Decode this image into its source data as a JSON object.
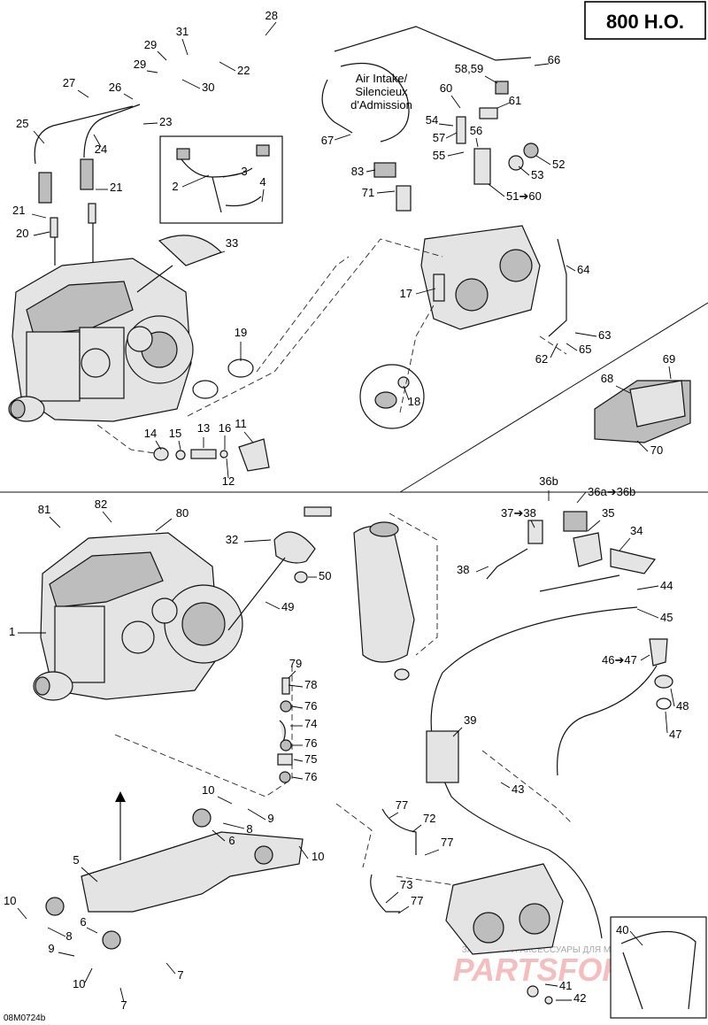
{
  "title": "800 H.O.",
  "figure_code": "08M0724b",
  "watermark": "ЗАПЧАСТИ И АКСЕССУАРЫ ДЛЯ МОТОТЕХНИКИ",
  "watermark_logo": "PARTSFOR.RU",
  "air_intake_note": [
    "Air Intake/",
    "Silencieux",
    "d'Admission"
  ],
  "callouts": [
    {
      "id": "c28",
      "label": "28"
    },
    {
      "id": "c31",
      "label": "31"
    },
    {
      "id": "c29a",
      "label": "29"
    },
    {
      "id": "c29b",
      "label": "29"
    },
    {
      "id": "c22",
      "label": "22"
    },
    {
      "id": "c27",
      "label": "27"
    },
    {
      "id": "c26",
      "label": "26"
    },
    {
      "id": "c30",
      "label": "30"
    },
    {
      "id": "c23",
      "label": "23"
    },
    {
      "id": "c25",
      "label": "25"
    },
    {
      "id": "c24",
      "label": "24"
    },
    {
      "id": "c21a",
      "label": "21"
    },
    {
      "id": "c21b",
      "label": "21"
    },
    {
      "id": "c20",
      "label": "20"
    },
    {
      "id": "c2",
      "label": "2"
    },
    {
      "id": "c3",
      "label": "3"
    },
    {
      "id": "c4",
      "label": "4"
    },
    {
      "id": "c33",
      "label": "33"
    },
    {
      "id": "c19",
      "label": "19"
    },
    {
      "id": "c14",
      "label": "14"
    },
    {
      "id": "c15",
      "label": "15"
    },
    {
      "id": "c13",
      "label": "13"
    },
    {
      "id": "c16",
      "label": "16"
    },
    {
      "id": "c11",
      "label": "11"
    },
    {
      "id": "c12",
      "label": "12"
    },
    {
      "id": "c66",
      "label": "66"
    },
    {
      "id": "c58",
      "label": "58,59"
    },
    {
      "id": "c60",
      "label": "60"
    },
    {
      "id": "c61",
      "label": "61"
    },
    {
      "id": "c54",
      "label": "54"
    },
    {
      "id": "c57",
      "label": "57"
    },
    {
      "id": "c56",
      "label": "56"
    },
    {
      "id": "c55",
      "label": "55"
    },
    {
      "id": "c67",
      "label": "67"
    },
    {
      "id": "c52",
      "label": "52"
    },
    {
      "id": "c53",
      "label": "53"
    },
    {
      "id": "c51",
      "label": "51➔60"
    },
    {
      "id": "c83",
      "label": "83"
    },
    {
      "id": "c71",
      "label": "71"
    },
    {
      "id": "c64",
      "label": "64"
    },
    {
      "id": "c17",
      "label": "17"
    },
    {
      "id": "c63",
      "label": "63"
    },
    {
      "id": "c65",
      "label": "65"
    },
    {
      "id": "c62",
      "label": "62"
    },
    {
      "id": "c18",
      "label": "18"
    },
    {
      "id": "c69",
      "label": "69"
    },
    {
      "id": "c68",
      "label": "68"
    },
    {
      "id": "c70",
      "label": "70"
    },
    {
      "id": "c81",
      "label": "81"
    },
    {
      "id": "c82",
      "label": "82"
    },
    {
      "id": "c80",
      "label": "80"
    },
    {
      "id": "c32",
      "label": "32"
    },
    {
      "id": "c50",
      "label": "50"
    },
    {
      "id": "c49",
      "label": "49"
    },
    {
      "id": "c1",
      "label": "1"
    },
    {
      "id": "c36b",
      "label": "36b"
    },
    {
      "id": "c36a",
      "label": "36a➔36b"
    },
    {
      "id": "c37",
      "label": "37➔38"
    },
    {
      "id": "c35",
      "label": "35"
    },
    {
      "id": "c34",
      "label": "34"
    },
    {
      "id": "c38",
      "label": "38"
    },
    {
      "id": "c44",
      "label": "44"
    },
    {
      "id": "c45",
      "label": "45"
    },
    {
      "id": "c79",
      "label": "79"
    },
    {
      "id": "c78",
      "label": "78"
    },
    {
      "id": "c76a",
      "label": "76"
    },
    {
      "id": "c74",
      "label": "74"
    },
    {
      "id": "c76b",
      "label": "76"
    },
    {
      "id": "c75",
      "label": "75"
    },
    {
      "id": "c76c",
      "label": "76"
    },
    {
      "id": "c46",
      "label": "46➔47"
    },
    {
      "id": "c48",
      "label": "48"
    },
    {
      "id": "c47",
      "label": "47"
    },
    {
      "id": "c39",
      "label": "39"
    },
    {
      "id": "c43",
      "label": "43"
    },
    {
      "id": "c10a",
      "label": "10"
    },
    {
      "id": "c9a",
      "label": "9"
    },
    {
      "id": "c8a",
      "label": "8"
    },
    {
      "id": "c6a",
      "label": "6"
    },
    {
      "id": "c10b",
      "label": "10"
    },
    {
      "id": "c5",
      "label": "5"
    },
    {
      "id": "c10c",
      "label": "10"
    },
    {
      "id": "c6b",
      "label": "6"
    },
    {
      "id": "c8b",
      "label": "8"
    },
    {
      "id": "c9b",
      "label": "9"
    },
    {
      "id": "c10d",
      "label": "10"
    },
    {
      "id": "c7a",
      "label": "7"
    },
    {
      "id": "c7b",
      "label": "7"
    },
    {
      "id": "c77a",
      "label": "77"
    },
    {
      "id": "c72",
      "label": "72"
    },
    {
      "id": "c77b",
      "label": "77"
    },
    {
      "id": "c73",
      "label": "73"
    },
    {
      "id": "c77c",
      "label": "77"
    },
    {
      "id": "c40",
      "label": "40"
    },
    {
      "id": "c41",
      "label": "41"
    },
    {
      "id": "c42",
      "label": "42"
    }
  ]
}
